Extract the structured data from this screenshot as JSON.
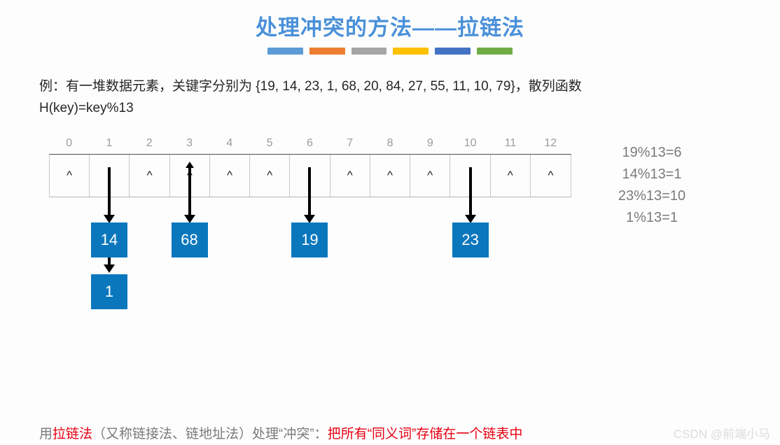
{
  "slide": {
    "title": "处理冲突的方法——拉链法",
    "title_color": "#4a90d9",
    "underline_colors": [
      "#5b9bd5",
      "#ed7d31",
      "#a5a5a5",
      "#ffc000",
      "#4472c4",
      "#70ad47"
    ]
  },
  "example": {
    "line1": "例：有一堆数据元素，关键字分别为 {19, 14, 23, 1, 68, 20, 84, 27, 55, 11, 10, 79}，散列函数",
    "line2": "H(key)=key%13",
    "keys": [
      19,
      14,
      23,
      1,
      68,
      20,
      84,
      27,
      55,
      11,
      10,
      79
    ],
    "hash_function": "H(key)=key%13",
    "modulus": 13
  },
  "hash_table": {
    "indices": [
      "0",
      "1",
      "2",
      "3",
      "4",
      "5",
      "6",
      "7",
      "8",
      "9",
      "10",
      "11",
      "12"
    ],
    "empty_marker": "^",
    "slots": [
      {
        "index": "0",
        "marker": "^",
        "has_chain": false
      },
      {
        "index": "1",
        "marker": "",
        "has_chain": true
      },
      {
        "index": "2",
        "marker": "^",
        "has_chain": false
      },
      {
        "index": "3",
        "marker": "^",
        "has_chain": true
      },
      {
        "index": "4",
        "marker": "^",
        "has_chain": false
      },
      {
        "index": "5",
        "marker": "^",
        "has_chain": false
      },
      {
        "index": "6",
        "marker": "",
        "has_chain": true
      },
      {
        "index": "7",
        "marker": "^",
        "has_chain": false
      },
      {
        "index": "8",
        "marker": "^",
        "has_chain": false
      },
      {
        "index": "9",
        "marker": "^",
        "has_chain": false
      },
      {
        "index": "10",
        "marker": "",
        "has_chain": true
      },
      {
        "index": "11",
        "marker": "^",
        "has_chain": false
      },
      {
        "index": "12",
        "marker": "^",
        "has_chain": false
      }
    ],
    "chains": [
      {
        "slot": "1",
        "nodes": [
          "14",
          "1"
        ]
      },
      {
        "slot": "3",
        "nodes": [
          "68"
        ]
      },
      {
        "slot": "6",
        "nodes": [
          "19"
        ]
      },
      {
        "slot": "10",
        "nodes": [
          "23"
        ]
      }
    ],
    "node_color": "#0a77bd",
    "node_text_color": "#ffffff"
  },
  "calculations": {
    "lines": [
      "19%13=6",
      "14%13=1",
      "23%13=10",
      "1%13=1"
    ]
  },
  "footer": {
    "part1": "用",
    "part2_red": "拉链法",
    "part3": "（又称链接法、链地址法）处理“冲突”：",
    "part4_red": "把所有“同义词”存储在一个链表中",
    "red_color": "#e60012"
  },
  "watermark": {
    "text": "CSDN @前端小马"
  }
}
